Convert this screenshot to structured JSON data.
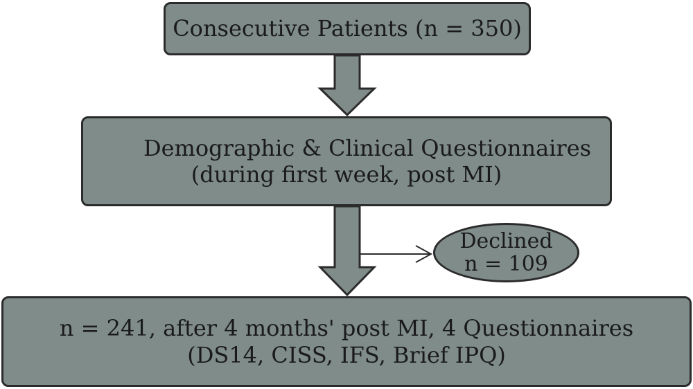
{
  "flowchart": {
    "box1": {
      "text": "Consecutive Patients (n = 350)"
    },
    "box2": {
      "line1": "Demographic & Clinical Questionnaires",
      "line2": "(during first week, post MI)"
    },
    "declined": {
      "line1": "Declined",
      "line2": "n = 109"
    },
    "box3": {
      "line1": "n = 241, after 4 months' post MI, 4 Questionnaires",
      "line2": "(DS14, CISS, IFS, Brief IPQ)"
    }
  },
  "colors": {
    "node_fill": "#7f8c89",
    "stroke": "#2b2b2b",
    "background": "#ffffff"
  }
}
